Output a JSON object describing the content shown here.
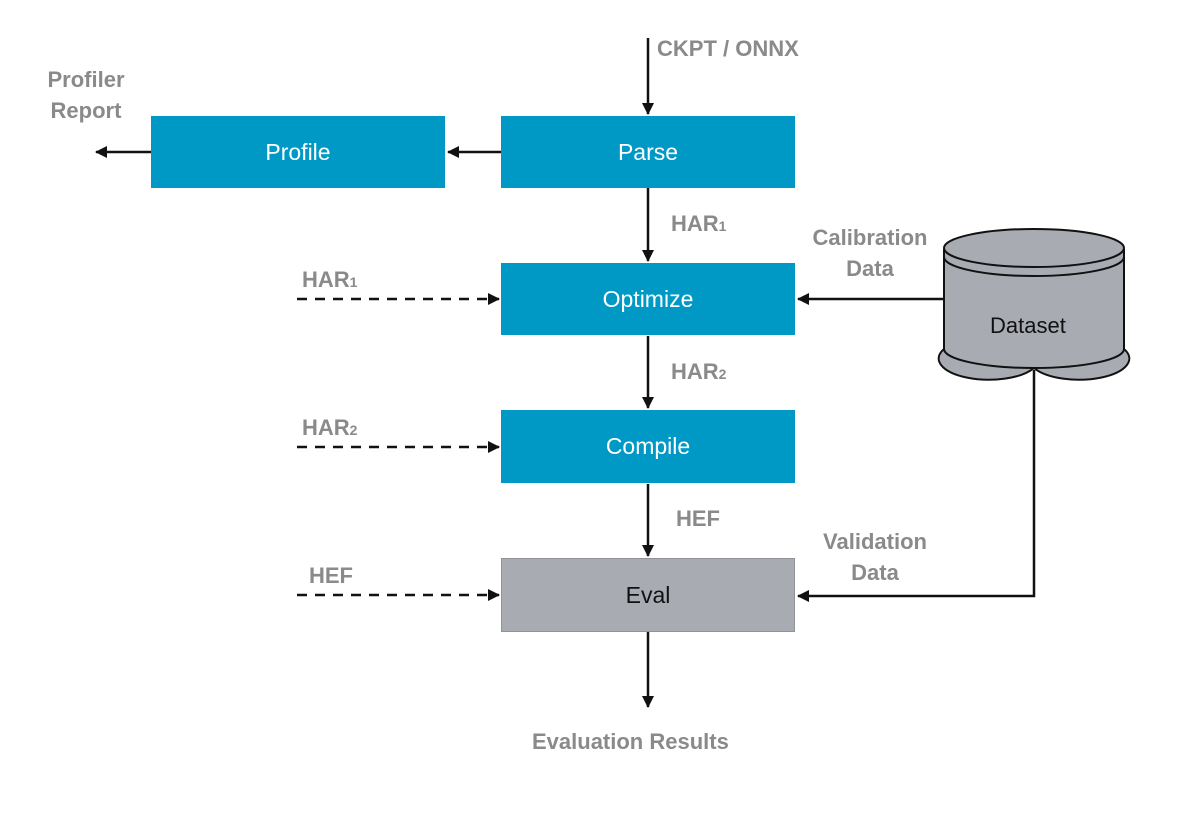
{
  "boxes": {
    "profile": "Profile",
    "parse": "Parse",
    "optimize": "Optimize",
    "compile": "Compile",
    "eval": "Eval"
  },
  "dataset": {
    "label": "Dataset"
  },
  "labels": {
    "input_format": "CKPT / ONNX",
    "profiler_report_line1": "Profiler",
    "profiler_report_line2": "Report",
    "har": "HAR",
    "sub1": "1",
    "sub2": "2",
    "hef": "HEF",
    "calibration_line1": "Calibration",
    "calibration_line2": "Data",
    "validation_line1": "Validation",
    "validation_line2": "Data",
    "evaluation_results": "Evaluation Results"
  },
  "colors": {
    "stage_box": "#0099c6",
    "eval_box": "#a8abb2",
    "dataset_cylinder": "#a8abb2",
    "label_text": "#8a8a8a"
  }
}
